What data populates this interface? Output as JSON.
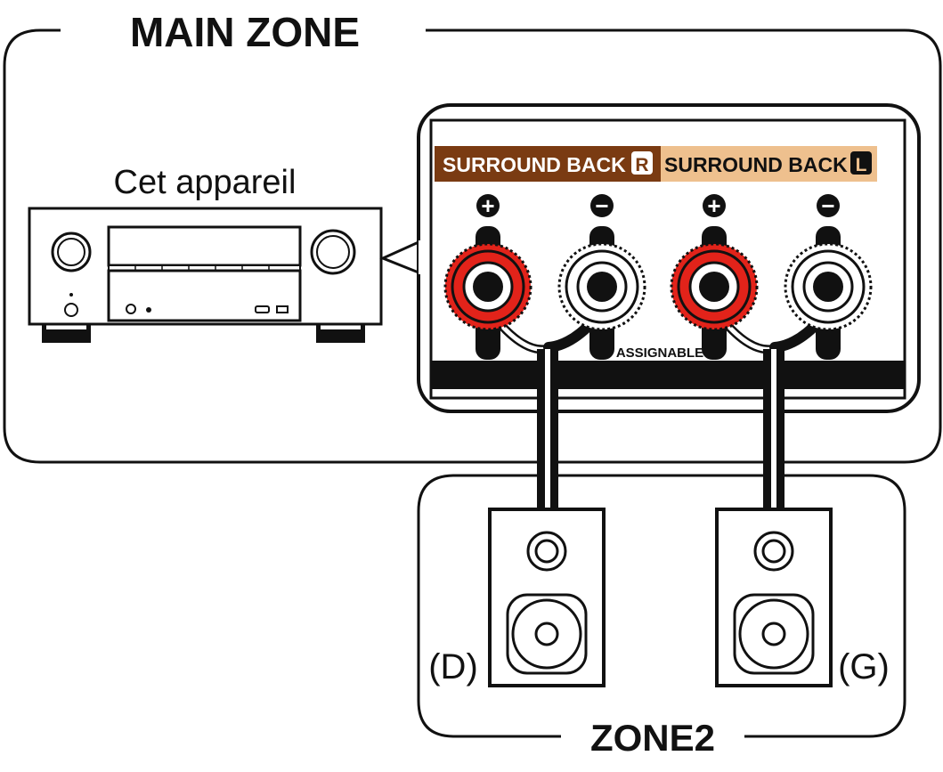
{
  "main_zone_title": "MAIN ZONE",
  "zone2_title": "ZONE2",
  "device_label": "Cet appareil",
  "panel": {
    "channel_right": {
      "text": "SURROUND BACK",
      "badge": "R",
      "color": "#7a3b12"
    },
    "channel_left": {
      "text": "SURROUND BACK",
      "badge": "L",
      "color": "#eec08e"
    },
    "polarity": [
      "+",
      "−",
      "+",
      "−"
    ],
    "assignable_label": "ASSIGNABLE"
  },
  "speakers": [
    {
      "label": "(D)"
    },
    {
      "label": "(G)"
    }
  ],
  "colors": {
    "positive_terminal": "#e2231a",
    "negative_terminal": "#ffffff",
    "line": "#111111"
  }
}
